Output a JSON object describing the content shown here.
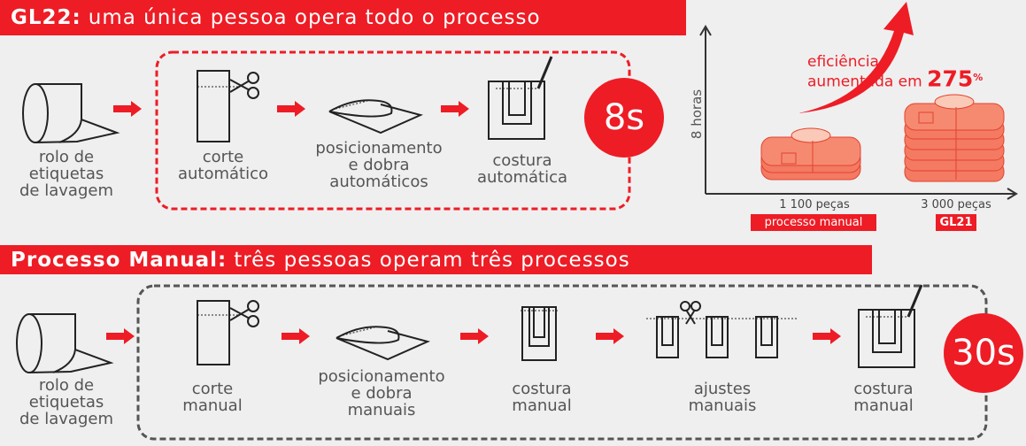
{
  "top": {
    "banner_bold": "GL22:",
    "banner_text": "uma única pessoa opera todo o processo",
    "steps": [
      "rolo de\netiquetas\nde lavagem",
      "corte\nautomático",
      "posicionamento\ne dobra\nautomáticos",
      "costura\nautomática"
    ],
    "time": "8s"
  },
  "chart": {
    "y_label": "8 horas",
    "efficiency_text_1": "eficiência",
    "efficiency_text_2": "aumentada em",
    "efficiency_value": "275",
    "efficiency_unit": "%",
    "left_count": "1 100 peças",
    "left_tag": "processo manual",
    "right_count": "3 000 peças",
    "right_tag": "GL21"
  },
  "bottom": {
    "banner_bold": "Processo Manual:",
    "banner_text": "três pessoas operam três processos",
    "steps": [
      "rolo de\netiquetas\nde lavagem",
      "corte\nmanual",
      "posicionamento\ne dobra\nmanuais",
      "costura\nmanual",
      "ajustes\nmanuais",
      "costura\nmanual"
    ],
    "time": "30s"
  },
  "colors": {
    "accent": "#ee1c25",
    "background": "#efefef",
    "gray_dash": "#555555"
  }
}
